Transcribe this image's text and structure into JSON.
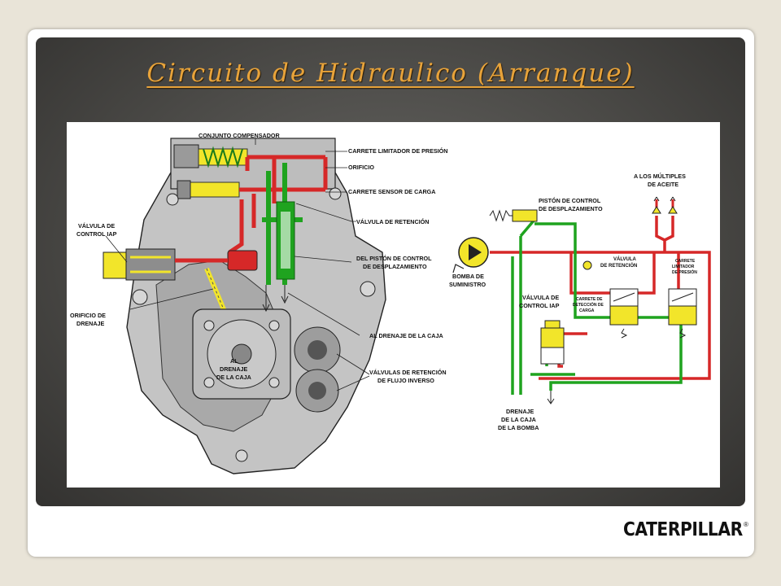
{
  "slide": {
    "title": "Circuito de Hidraulico (Arranque)",
    "logo_text": "CATERPILLAR",
    "registered_mark": "®"
  },
  "diagram": {
    "colors": {
      "red": "#d62828",
      "green": "#1fa31f",
      "yellow": "#f2e52a",
      "body_gray": "#b9b9b9",
      "dark_gray": "#7c7c7c"
    },
    "left_labels": {
      "conjunto_compensador": "CONJUNTO COMPENSADOR",
      "carrete_limitador": "CARRETE LIMITADOR DE PRESIÓN",
      "orificio": "ORIFICIO",
      "carrete_sensor": "CARRETE SENSOR DE CARGA",
      "valvula_retencion": "VÁLVULA DE RETENCIÓN",
      "piston_line1": "DEL PISTÓN DE CONTROL",
      "piston_line2": "DE DESPLAZAMIENTO",
      "al_drenaje_caja": "AL DRENAJE DE LA CAJA",
      "valvulas_flujo_line1": "VÁLVULAS DE RETENCIÓN",
      "valvulas_flujo_line2": "DE FLUJO INVERSO",
      "valvula_iap_line1": "VÁLVULA DE",
      "valvula_iap_line2": "CONTROL IAP",
      "orificio_drenaje_line1": "ORIFICIO DE",
      "orificio_drenaje_line2": "DRENAJE",
      "al_drenaje_line1": "AL",
      "al_drenaje_line2": "DRENAJE",
      "al_drenaje_line3": "DE LA CAJA"
    },
    "right_labels": {
      "multiples_line1": "A LOS MÚLTIPLES",
      "multiples_line2": "DE ACEITE",
      "piston_line1": "PISTÓN DE CONTROL",
      "piston_line2": "DE DESPLAZAMIENTO",
      "bomba_line1": "BOMBA DE",
      "bomba_line2": "SUMINISTRO",
      "valvula_ret_line1": "VÁLVULA",
      "valvula_ret_line2": "DE RETENCIÓN",
      "carrete_lim_line1": "CARRETE",
      "carrete_lim_line2": "LIMITADOR",
      "carrete_lim_line3": "DE PRESIÓN",
      "valvula_iap_line1": "VÁLVULA DE",
      "valvula_iap_line2": "CONTROL IAP",
      "carrete_det_line1": "CARRETE DE",
      "carrete_det_line2": "DETECCIÓN DE",
      "carrete_det_line3": "CARGA",
      "drenaje_line1": "DRENAJE",
      "drenaje_line2": "DE LA CAJA",
      "drenaje_line3": "DE LA BOMBA"
    }
  }
}
